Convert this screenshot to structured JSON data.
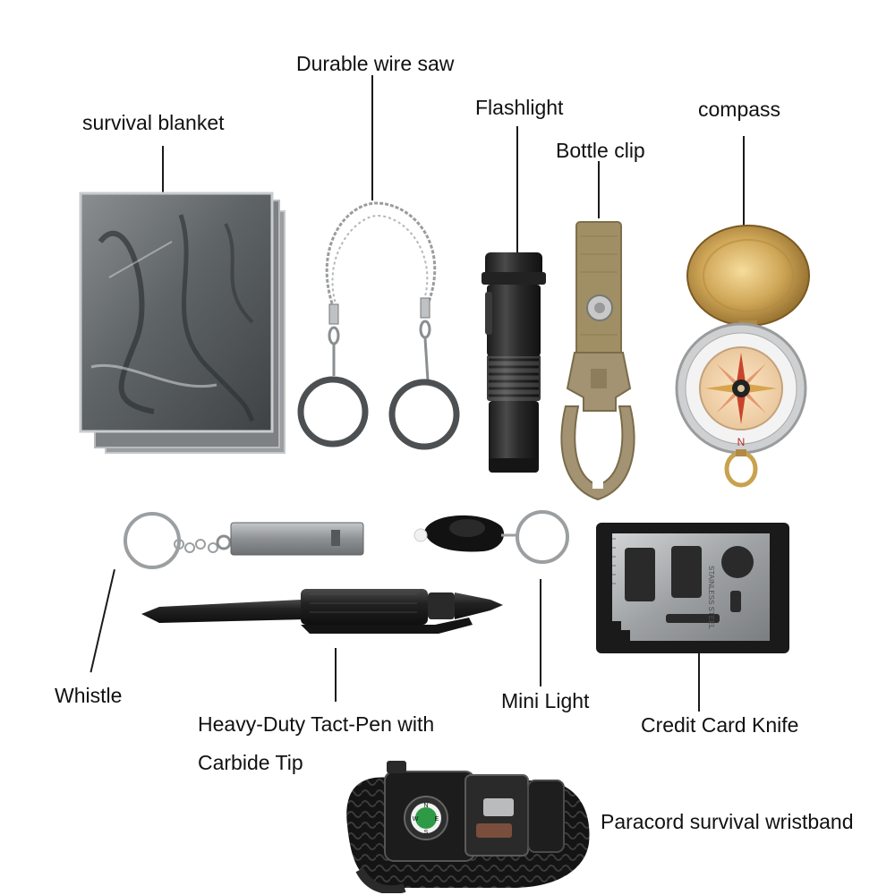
{
  "labels": {
    "survival_blanket": "survival blanket",
    "wire_saw": "Durable wire saw",
    "flashlight": "Flashlight",
    "bottle_clip": "Bottle clip",
    "compass": "compass",
    "whistle": "Whistle",
    "tact_pen_line1": "Heavy-Duty Tact-Pen with",
    "tact_pen_line2": "Carbide Tip",
    "mini_light": "Mini Light",
    "credit_card_knife": "Credit Card Knife",
    "paracord": "Paracord survival wristband"
  },
  "compass_dial": {
    "n": "N",
    "e": "E",
    "s": "S",
    "w": "W"
  },
  "card_engraving": "STAINLESS STEEL",
  "colors": {
    "background": "#ffffff",
    "text": "#111111",
    "blanket": "#6f7375",
    "brass": "#c9a24e",
    "khaki_strap": "#a08f64",
    "gunmetal": "#2b2b2b",
    "steel": "#a9acae"
  }
}
